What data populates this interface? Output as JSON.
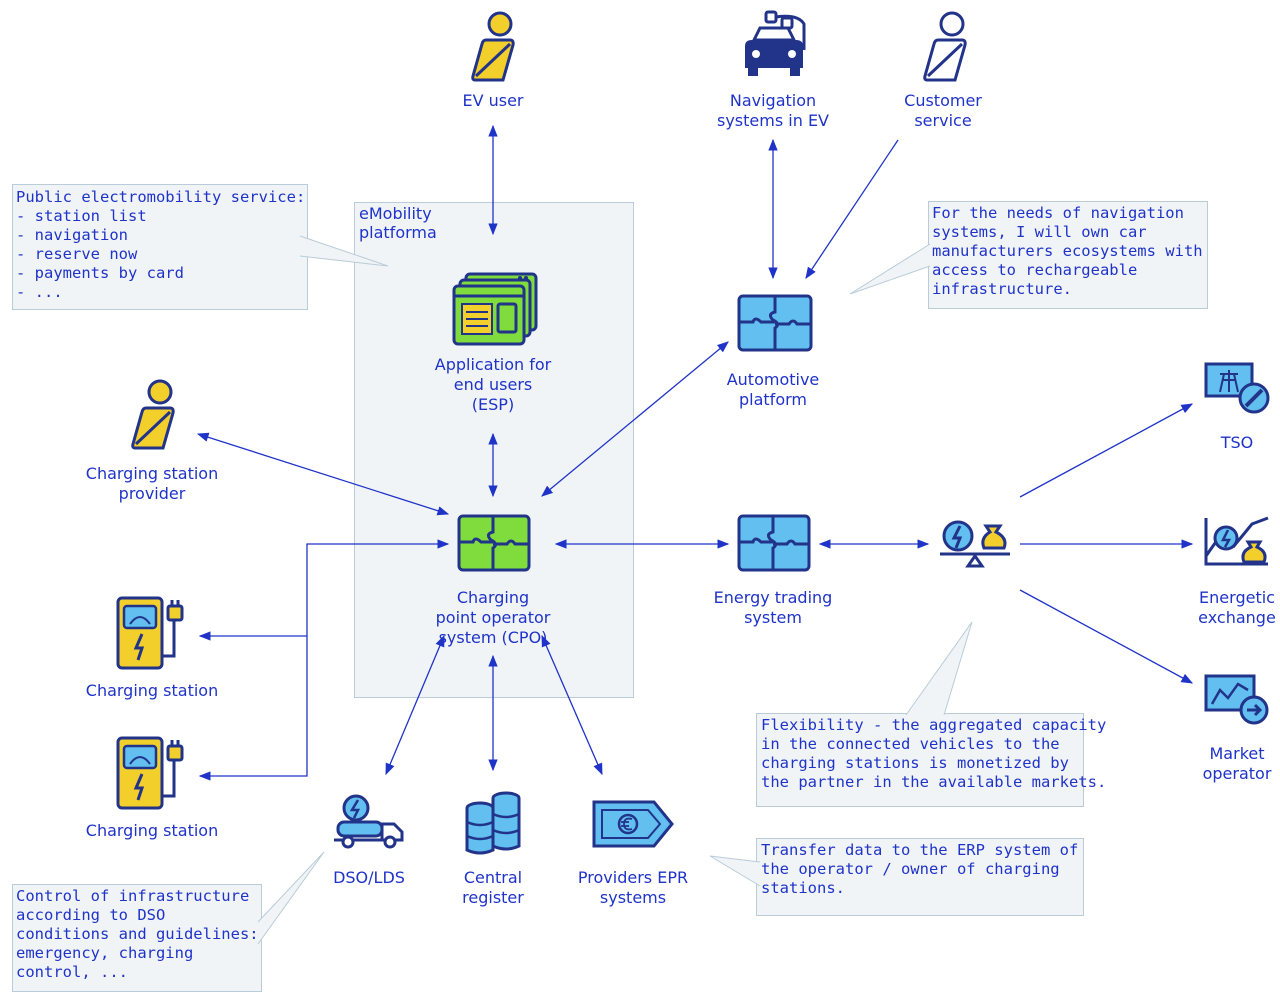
{
  "colors": {
    "line": "#1f33c8",
    "panel_fill": "#f1f4f7",
    "panel_border": "#b9ccd8",
    "puzzle_blue": "#62bff0",
    "puzzle_green": "#7fdc3c",
    "yellow": "#f2cf2a",
    "dark": "#22338a"
  },
  "platform_box": {
    "title": "eMobility\nplatforma"
  },
  "notes": {
    "public_service": "Public electromobility service:\n- station list\n- navigation\n- reserve now\n- payments by card\n- ...",
    "navigation_needs": "For the needs of navigation\nsystems, I will own car\nmanufacturers ecosystems with\naccess to rechargeable\ninfrastructure.",
    "flexibility": "Flexibility - the aggregated capacity\nin the connected vehicles to the\ncharging stations is monetized by\nthe partner in the available markets.",
    "erp_transfer": "Transfer data to the ERP system of\nthe operator / owner of charging\nstations.",
    "dso_control": "Control of infrastructure\naccording to DSO\nconditions and guidelines:\nemergency, charging\ncontrol, ..."
  },
  "nodes": {
    "ev_user": "EV user",
    "navigation_systems": "Navigation\nsystems in EV",
    "customer_service": "Customer\nservice",
    "esp_app": "Application for\nend users\n(ESP)",
    "automotive_platform": "Automotive\nplatform",
    "station_provider": "Charging station\nprovider",
    "cpo_system": "Charging\npoint operator\nsystem (CPO)",
    "energy_trading": "Energy trading\nsystem",
    "tso": "TSO",
    "energetic_exchange": "Energetic\nexchange",
    "market_operator": "Market\noperator",
    "charging_station_1": "Charging station",
    "charging_station_2": "Charging station",
    "dso_lds": "DSO/LDS",
    "central_register": "Central\nregister",
    "providers_epr": "Providers EPR\nsystems"
  }
}
